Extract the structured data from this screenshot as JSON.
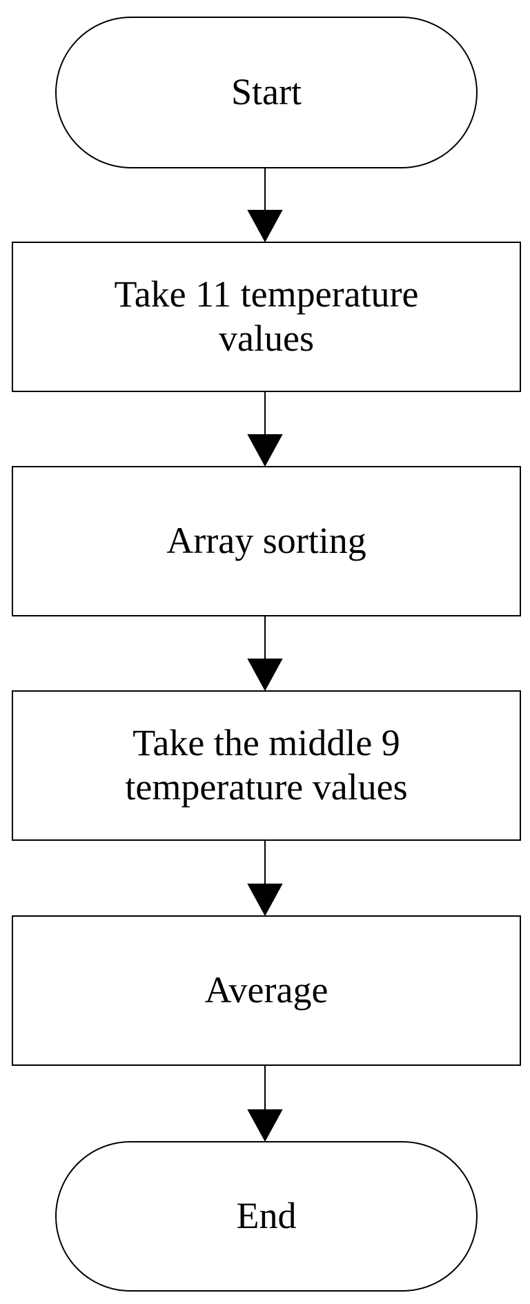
{
  "flowchart": {
    "start": "Start",
    "step1": "Take 11 temperature\nvalues",
    "step2": "Array sorting",
    "step3": "Take the middle 9\ntemperature values",
    "step4": "Average",
    "end": "End"
  },
  "colors": {
    "stroke": "#000000",
    "fill": "#ffffff"
  }
}
